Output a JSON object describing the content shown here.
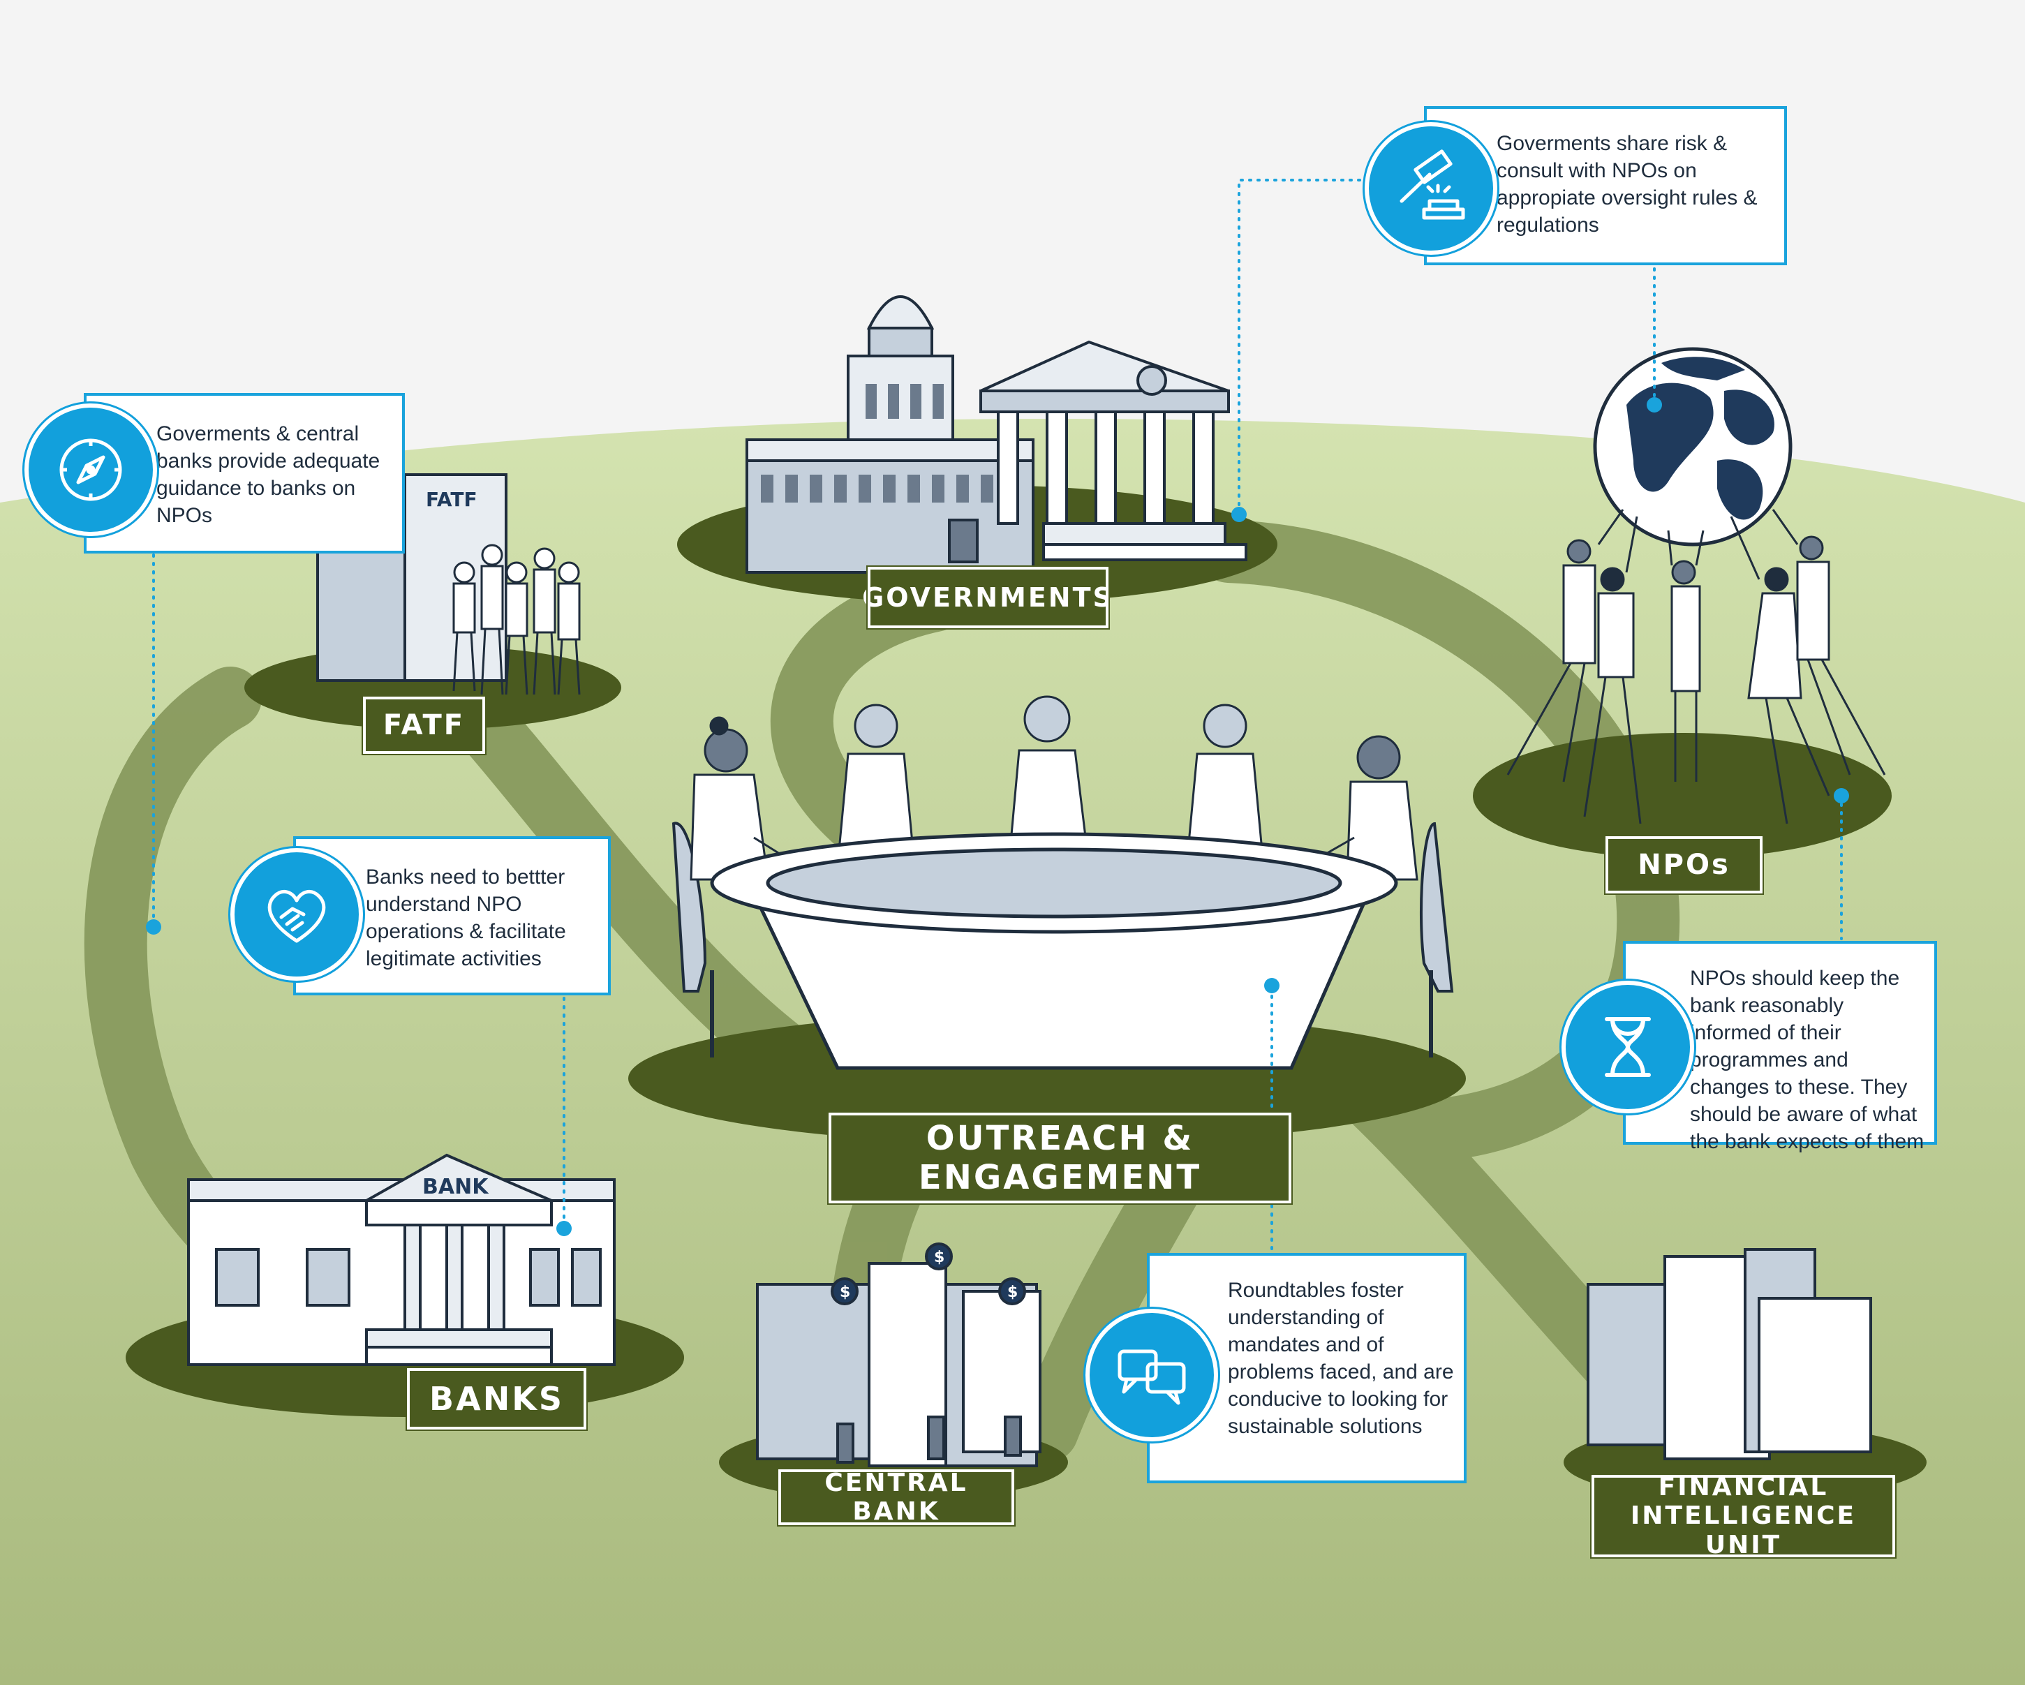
{
  "colors": {
    "sky": "#f4f4f4",
    "hill_light": "#d2e1ad",
    "hill_dark": "#aebf83",
    "path": "#889a5e",
    "shadow": "#4a5a1f",
    "accent_blue": "#1aa3dc",
    "building": "#c5d0dc",
    "outline": "#1f2d3d"
  },
  "labels": {
    "governments": "GOVERNMENTS",
    "fatf": "FATF",
    "npos": "NPOs",
    "outreach": "OUTREACH & ENGAGEMENT",
    "banks": "BANKS",
    "central_bank": "CENTRAL BANK",
    "fiu_line1": "FINANCIAL",
    "fiu_line2": "INTELLIGENCE UNIT"
  },
  "signage": {
    "fatf_building": "FATF",
    "bank_building": "BANK",
    "dollar": "$"
  },
  "callouts": {
    "governments": {
      "text": "Goverments share risk & consult with NPOs on appropiate oversight rules & regulations",
      "icon": "gavel-icon"
    },
    "fatf": {
      "text": "Goverments & central banks provide adequate guidance to banks on NPOs",
      "icon": "compass-icon"
    },
    "banks": {
      "text": "Banks need to bettter understand NPO operations & facilitate legitimate activities",
      "icon": "heart-hands-icon"
    },
    "npos": {
      "text": "NPOs should keep the bank reasonably informed of their programmes and changes to these. They should be aware of what the bank expects of them",
      "icon": "hourglass-icon"
    },
    "roundtable": {
      "text": "Roundtables foster understanding of mandates and of problems faced, and are conducive to looking for sustainable solutions",
      "icon": "speech-bubbles-icon"
    }
  }
}
